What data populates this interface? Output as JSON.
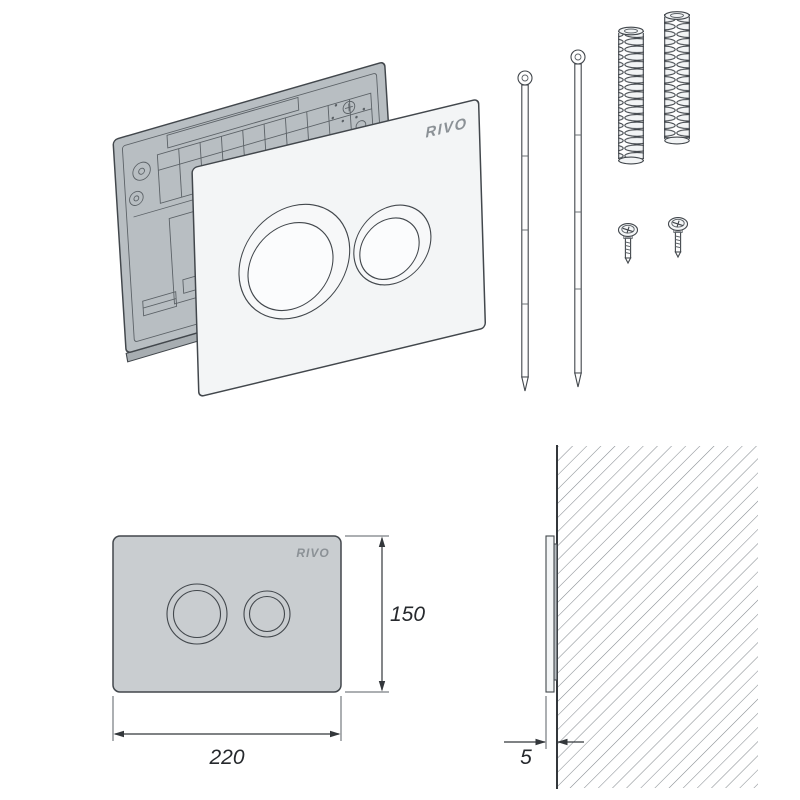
{
  "brand": "RIVO",
  "dimensions": {
    "width": "220",
    "height": "150",
    "thickness": "5"
  },
  "colors": {
    "background": "#ffffff",
    "outline": "#42474c",
    "frame_fill": "#b8bec2",
    "frame_band_fill": "#c4c9cc",
    "frame_opening_fill": "#edeff0",
    "plate_3d_fill": "#f3f5f6",
    "plate_2d_fill": "#c9cdd0",
    "hatch_line": "#878d92",
    "dimension_text": "#26292d",
    "brand_text": "#8b9196"
  }
}
